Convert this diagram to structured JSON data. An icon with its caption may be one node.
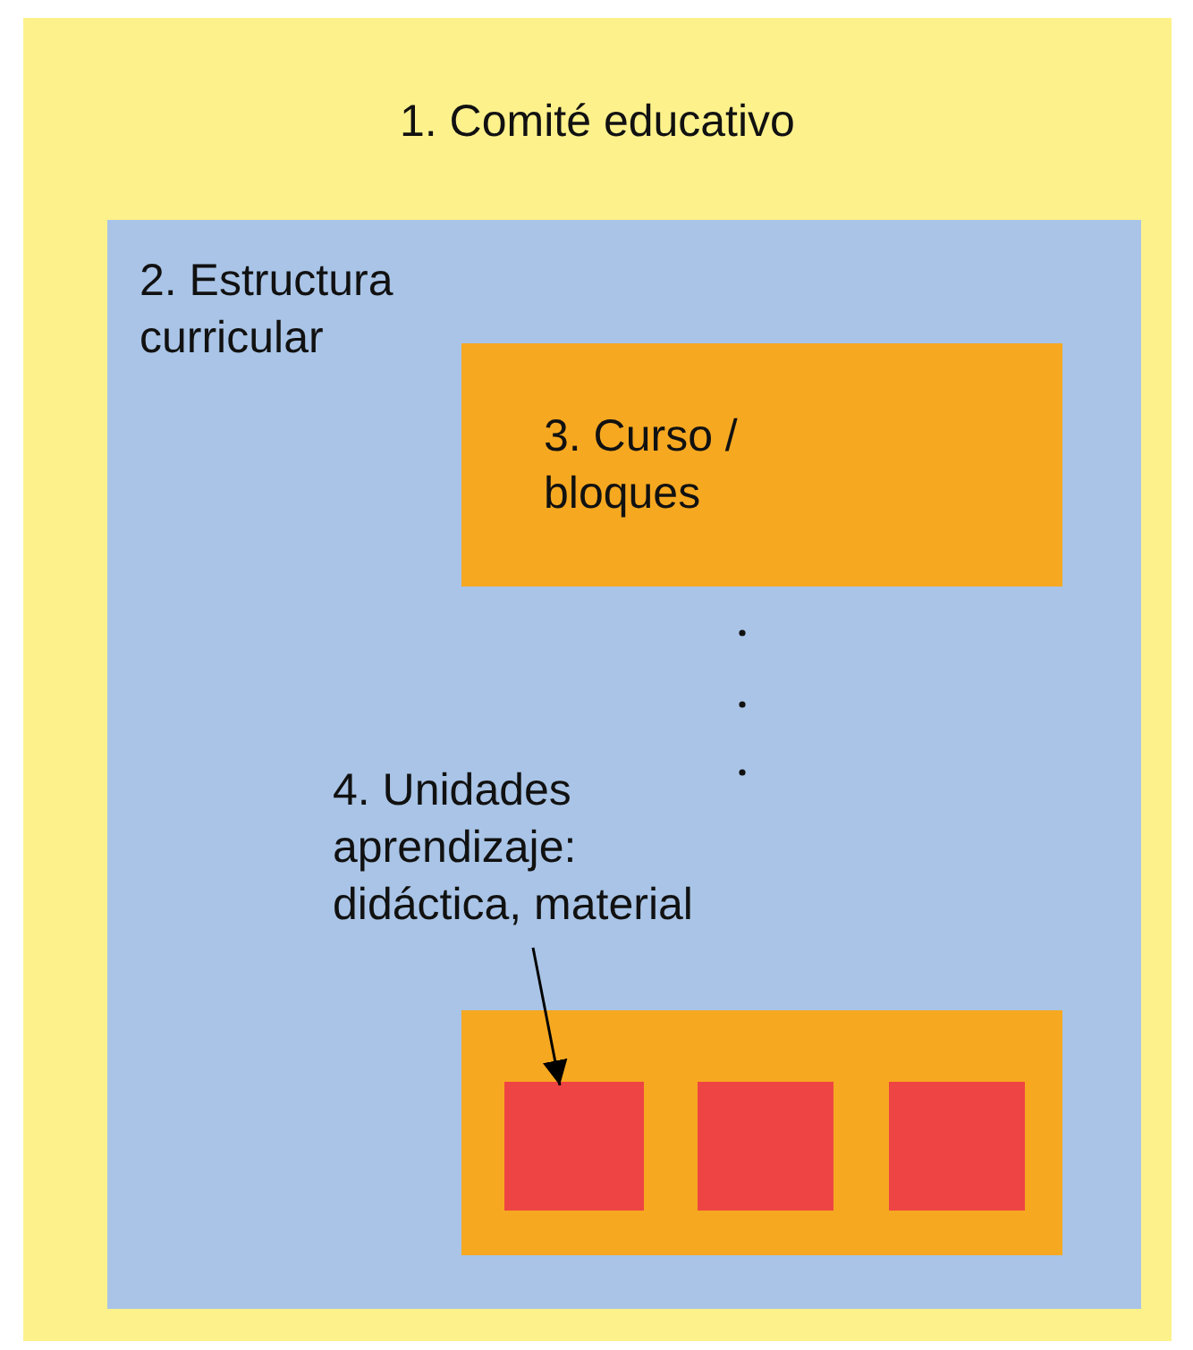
{
  "diagram": {
    "nodes": [
      {
        "text": [
          "1. Comité educativo"
        ]
      },
      {
        "text": [
          "2. Estructura curricular"
        ],
        "in": 0
      },
      {
        "text": [
          "3. Curso / bloques"
        ],
        "in": 1
      },
      {
        "text": [
          "4. Unidades aprendizaje: didáctica, material"
        ],
        "in": 1
      },
      {
        "text": [],
        "shape": "box",
        "in": 1
      },
      {
        "text": [],
        "shape": "box",
        "in": 4
      },
      {
        "text": [],
        "shape": "box",
        "in": 4
      },
      {
        "text": [],
        "shape": "box",
        "in": 4
      }
    ],
    "edges": [
      {
        "from": 3,
        "to": 5,
        "arrow": "to"
      }
    ]
  }
}
